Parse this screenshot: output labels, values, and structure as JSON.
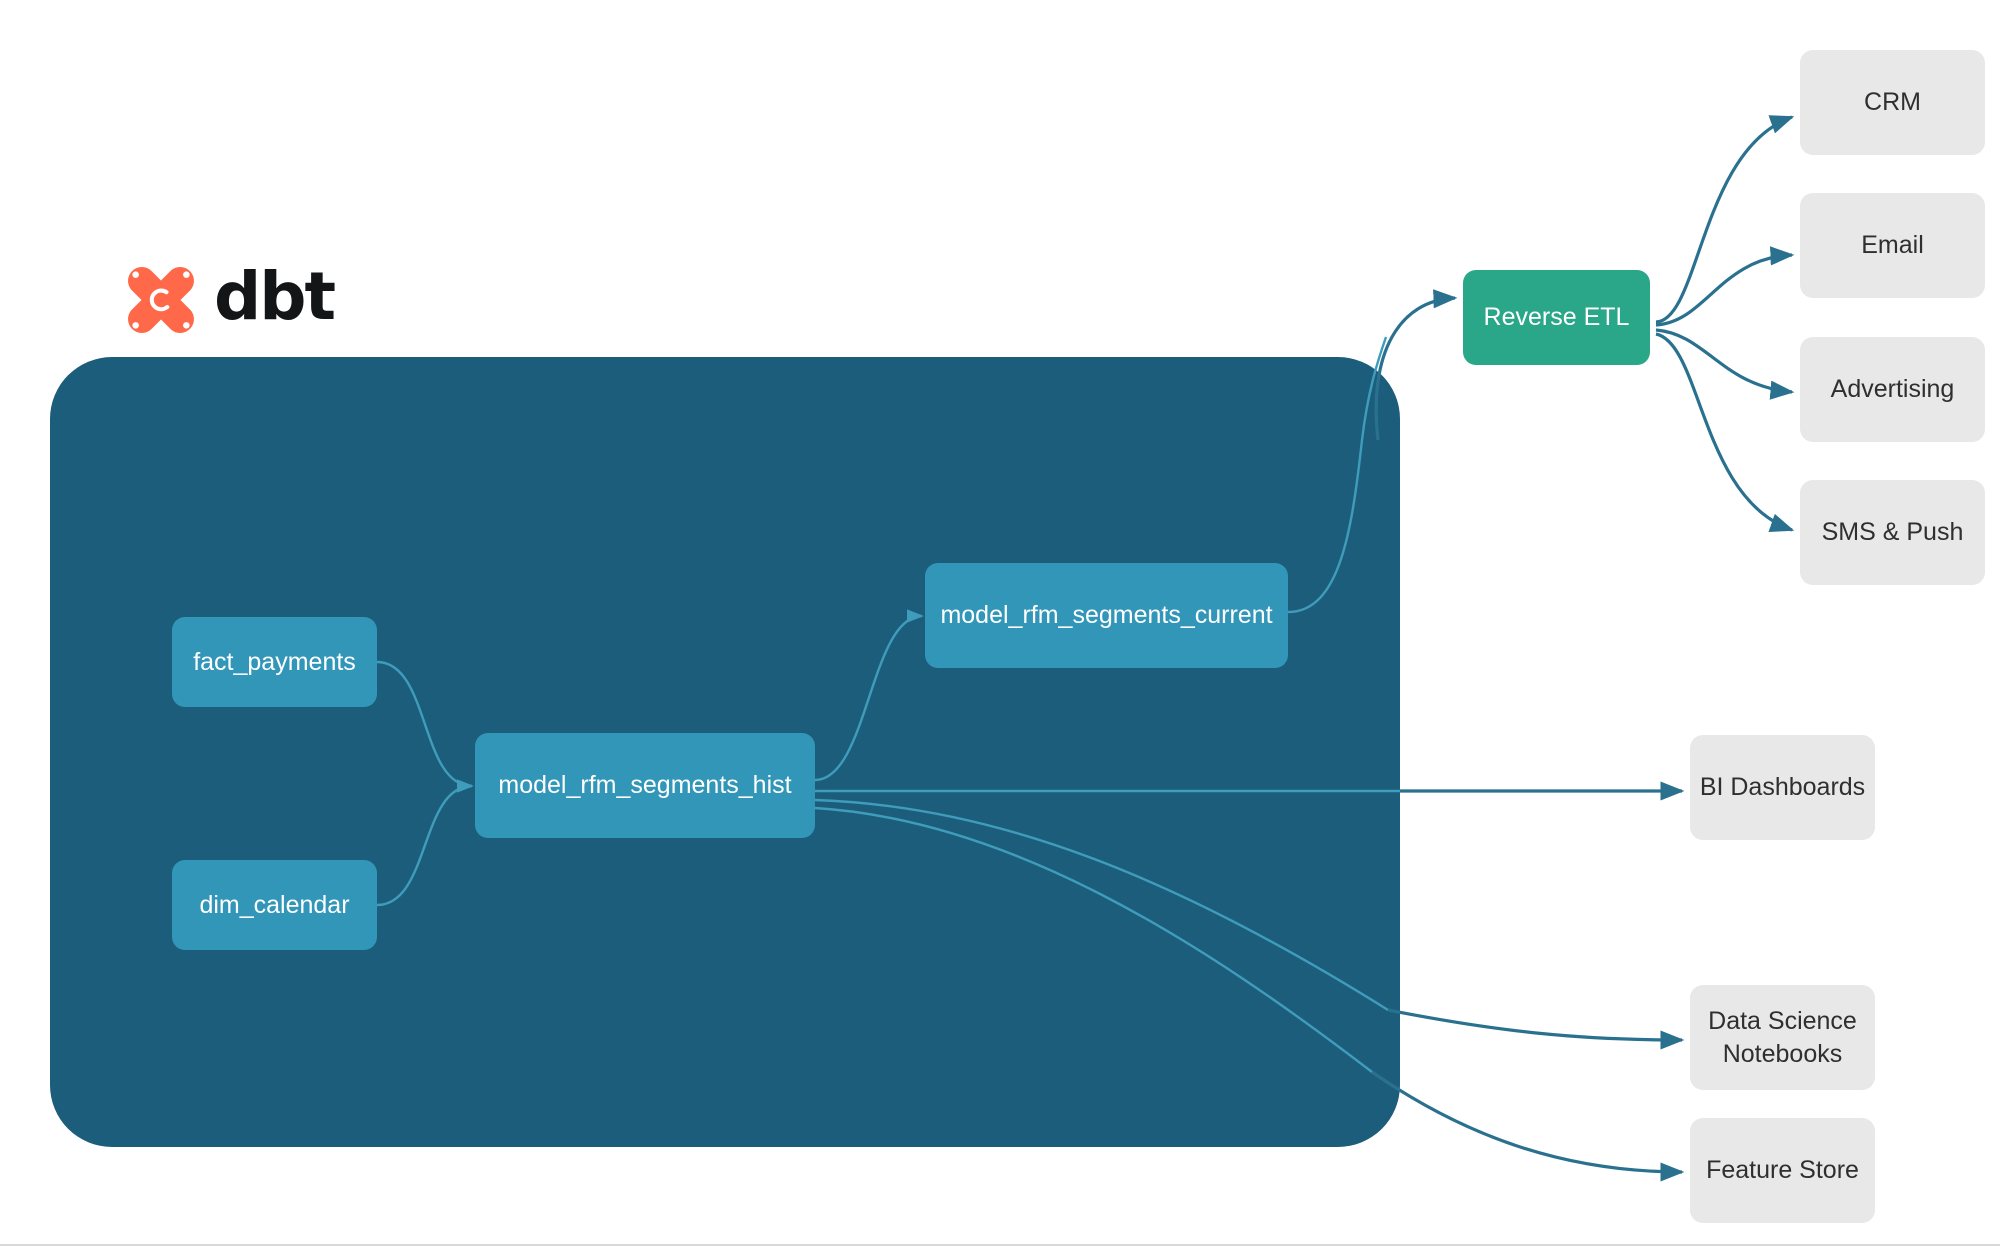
{
  "diagram": {
    "title": "dbt RFM segments lineage",
    "background": "#ffffff"
  },
  "branding": {
    "logo_icon": "dbt-logo-icon",
    "wordmark": "dbt",
    "logo_color": "#FF694A",
    "wordmark_color": "#131516"
  },
  "dbt_project": {
    "container_label": "",
    "container_color": "#1C5D7C",
    "node_color": "#3196B8",
    "nodes": [
      {
        "id": "fact_payments",
        "label": "fact_payments"
      },
      {
        "id": "dim_calendar",
        "label": "dim_calendar"
      },
      {
        "id": "model_rfm_segments_hist",
        "label": "model_rfm_segments_hist"
      },
      {
        "id": "model_rfm_segments_current",
        "label": "model_rfm_segments_current"
      }
    ]
  },
  "activation": {
    "hub": {
      "id": "reverse_etl",
      "label": "Reverse ETL",
      "color": "#2AA689"
    },
    "destinations": [
      {
        "id": "crm",
        "label": "CRM"
      },
      {
        "id": "email",
        "label": "Email"
      },
      {
        "id": "advertising",
        "label": "Advertising"
      },
      {
        "id": "sms_push",
        "label": "SMS & Push"
      }
    ]
  },
  "consumers": {
    "color": "#E8E8E8",
    "items": [
      {
        "id": "bi_dashboards",
        "label": "BI Dashboards"
      },
      {
        "id": "data_science_notebooks",
        "label_line1": "Data Science",
        "label_line2": "Notebooks"
      },
      {
        "id": "feature_store",
        "label": "Feature Store"
      }
    ]
  },
  "edges": {
    "inner_color": "#3F9CBA",
    "outer_color": "#2A718F",
    "list": [
      {
        "from": "fact_payments",
        "to": "model_rfm_segments_hist"
      },
      {
        "from": "dim_calendar",
        "to": "model_rfm_segments_hist"
      },
      {
        "from": "model_rfm_segments_hist",
        "to": "model_rfm_segments_current"
      },
      {
        "from": "model_rfm_segments_current",
        "to": "reverse_etl"
      },
      {
        "from": "model_rfm_segments_hist",
        "to": "bi_dashboards"
      },
      {
        "from": "model_rfm_segments_hist",
        "to": "data_science_notebooks"
      },
      {
        "from": "model_rfm_segments_hist",
        "to": "feature_store"
      },
      {
        "from": "reverse_etl",
        "to": "crm"
      },
      {
        "from": "reverse_etl",
        "to": "email"
      },
      {
        "from": "reverse_etl",
        "to": "advertising"
      },
      {
        "from": "reverse_etl",
        "to": "sms_push"
      }
    ]
  }
}
